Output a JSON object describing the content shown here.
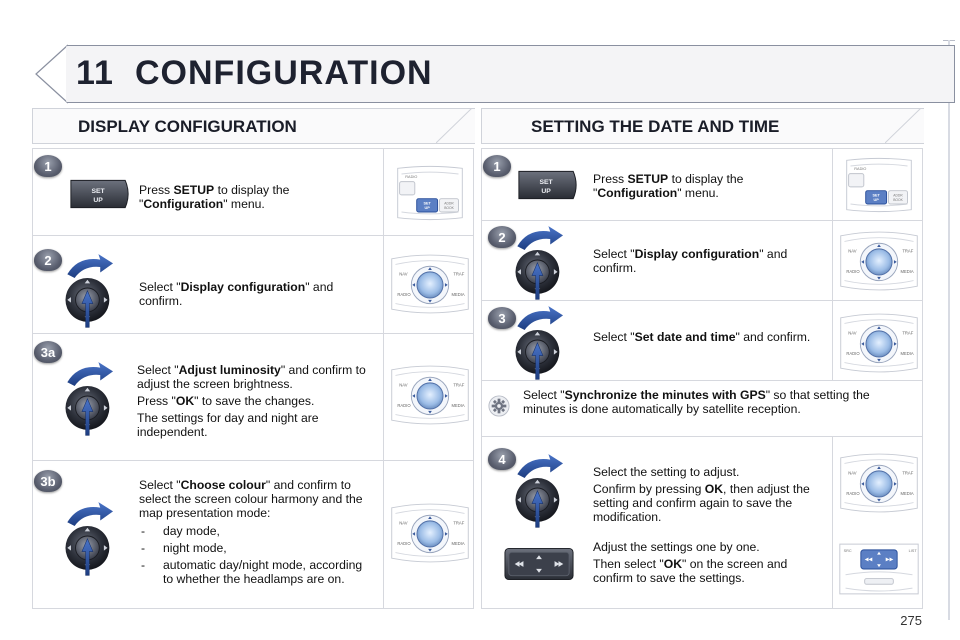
{
  "header": {
    "chapter_number": "11",
    "chapter_title": "CONFIGURATION"
  },
  "left": {
    "title": "DISPLAY CONFIGURATION",
    "steps": [
      {
        "badge": "1",
        "pre": "Press ",
        "bold": "SETUP",
        "post": " to display the \"",
        "bold2": "Configuration",
        "post2": "\" menu."
      },
      {
        "badge": "2",
        "pre": "Select \"",
        "bold": "Display configuration",
        "post": "\" and confirm."
      },
      {
        "badge": "3a",
        "pre": "Select \"",
        "bold": "Adjust luminosity",
        "post": "\" and confirm to adjust the screen brightness.",
        "line2_pre": "Press \"",
        "line2_bold": "OK",
        "line2_post": "\" to save the changes.",
        "line3": "The settings for day and night are independent."
      },
      {
        "badge": "3b",
        "pre": "Select \"",
        "bold": "Choose colour",
        "post": "\" and confirm to select the screen colour harmony and the map presentation mode:",
        "options": [
          "day mode,",
          "night mode,",
          "automatic day/night mode, according to whether the headlamps are on."
        ]
      }
    ]
  },
  "right": {
    "title": "SETTING THE DATE AND TIME",
    "steps": [
      {
        "badge": "1",
        "pre": "Press ",
        "bold": "SETUP",
        "post": " to display the \"",
        "bold2": "Configuration",
        "post2": "\" menu."
      },
      {
        "badge": "2",
        "pre": "Select \"",
        "bold": "Display configuration",
        "post": "\" and confirm."
      },
      {
        "badge": "3",
        "pre": "Select \"",
        "bold": "Set date and time",
        "post": "\" and confirm."
      },
      {
        "badge": "",
        "pre": "Select \"",
        "bold": "Synchronize the minutes with GPS",
        "post": "\" so that setting the minutes is done automatically by satellite reception."
      },
      {
        "badge": "4",
        "line1": "Select the setting to adjust.",
        "line2_pre": "Confirm by pressing ",
        "line2_bold": "OK",
        "line2_post": ", then adjust the setting and confirm again to save the modification.",
        "line3": "Adjust the settings one by one.",
        "line4_pre": "Then select \"",
        "line4_bold": "OK",
        "line4_post": "\" on the screen and confirm to save the settings."
      }
    ]
  },
  "device_labels": {
    "radio": "RADIO",
    "nav": "NAV",
    "traf": "TRAF",
    "media": "MEDIA",
    "setup_line1": "SET",
    "setup_line2": "UP",
    "addr": "ADDR",
    "book": "BOOK"
  },
  "page_number": "275",
  "colors": {
    "accent_blue": "#2a4f9a",
    "badge_grey": "#5b6070",
    "border": "#d6d8de"
  }
}
